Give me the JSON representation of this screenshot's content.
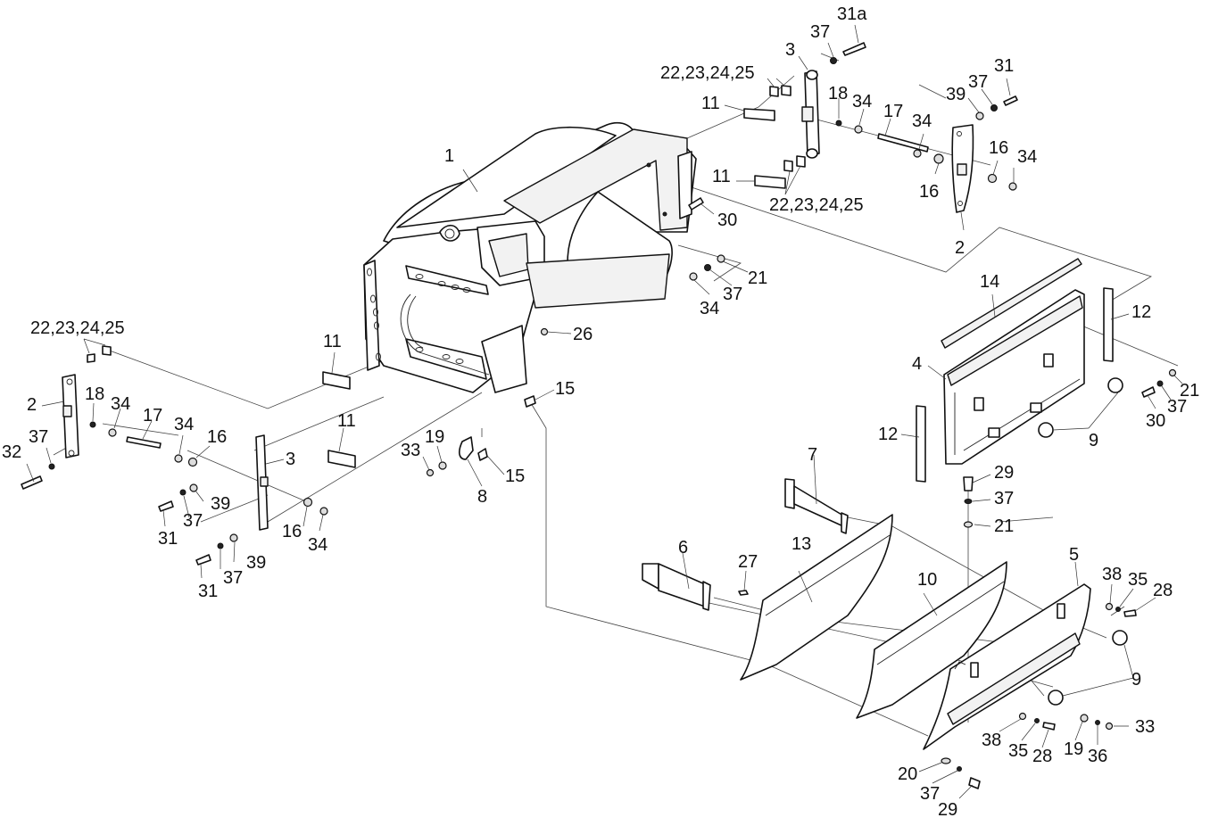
{
  "diagram": {
    "type": "exploded-parts-view",
    "subject": "auger housing with scraper blade assembly",
    "callouts": [
      {
        "id": "c-31a",
        "text": "31a"
      },
      {
        "id": "c-37-top",
        "text": "37"
      },
      {
        "id": "c-3-top",
        "text": "3"
      },
      {
        "id": "c-22-25-top",
        "text": "22,23,24,25"
      },
      {
        "id": "c-11-top",
        "text": "11"
      },
      {
        "id": "c-18-top",
        "text": "18"
      },
      {
        "id": "c-34-top-a",
        "text": "34"
      },
      {
        "id": "c-17-top",
        "text": "17"
      },
      {
        "id": "c-34-top-b",
        "text": "34"
      },
      {
        "id": "c-31-top",
        "text": "31"
      },
      {
        "id": "c-37-top-r",
        "text": "37"
      },
      {
        "id": "c-39-top-r",
        "text": "39"
      },
      {
        "id": "c-16-top-a",
        "text": "16"
      },
      {
        "id": "c-34-top-c",
        "text": "34"
      },
      {
        "id": "c-16-top-b",
        "text": "16"
      },
      {
        "id": "c-2-top",
        "text": "2"
      },
      {
        "id": "c-11-mid",
        "text": "11"
      },
      {
        "id": "c-22-25-mid",
        "text": "22,23,24,25"
      },
      {
        "id": "c-1",
        "text": "1"
      },
      {
        "id": "c-30-top",
        "text": "30"
      },
      {
        "id": "c-21-top",
        "text": "21"
      },
      {
        "id": "c-37-mid",
        "text": "37"
      },
      {
        "id": "c-34-mid",
        "text": "34"
      },
      {
        "id": "c-14",
        "text": "14"
      },
      {
        "id": "c-12-r",
        "text": "12"
      },
      {
        "id": "c-4",
        "text": "4"
      },
      {
        "id": "c-21-r",
        "text": "21"
      },
      {
        "id": "c-37-r",
        "text": "37"
      },
      {
        "id": "c-30-r",
        "text": "30"
      },
      {
        "id": "c-9-a",
        "text": "9"
      },
      {
        "id": "c-12-l",
        "text": "12"
      },
      {
        "id": "c-29-a",
        "text": "29"
      },
      {
        "id": "c-37-b",
        "text": "37"
      },
      {
        "id": "c-21-b",
        "text": "21"
      },
      {
        "id": "c-22-25-left",
        "text": "22,23,24,25"
      },
      {
        "id": "c-2-left",
        "text": "2"
      },
      {
        "id": "c-18-left",
        "text": "18"
      },
      {
        "id": "c-34-left-a",
        "text": "34"
      },
      {
        "id": "c-17-left",
        "text": "17"
      },
      {
        "id": "c-34-left-b",
        "text": "34"
      },
      {
        "id": "c-16-left",
        "text": "16"
      },
      {
        "id": "c-32",
        "text": "32"
      },
      {
        "id": "c-37-left",
        "text": "37"
      },
      {
        "id": "c-11-left-a",
        "text": "11"
      },
      {
        "id": "c-11-left-b",
        "text": "11"
      },
      {
        "id": "c-3-left",
        "text": "3"
      },
      {
        "id": "c-39-left-a",
        "text": "39"
      },
      {
        "id": "c-37-left-b",
        "text": "37"
      },
      {
        "id": "c-31-left-a",
        "text": "31"
      },
      {
        "id": "c-16-left-b",
        "text": "16"
      },
      {
        "id": "c-34-left-c",
        "text": "34"
      },
      {
        "id": "c-39-left-b",
        "text": "39"
      },
      {
        "id": "c-37-left-c",
        "text": "37"
      },
      {
        "id": "c-31-left-b",
        "text": "31"
      },
      {
        "id": "c-26",
        "text": "26"
      },
      {
        "id": "c-15-a",
        "text": "15"
      },
      {
        "id": "c-15-b",
        "text": "15"
      },
      {
        "id": "c-33-left",
        "text": "33"
      },
      {
        "id": "c-19-left",
        "text": "19"
      },
      {
        "id": "c-8",
        "text": "8"
      },
      {
        "id": "c-7",
        "text": "7"
      },
      {
        "id": "c-6",
        "text": "6"
      },
      {
        "id": "c-27",
        "text": "27"
      },
      {
        "id": "c-13",
        "text": "13"
      },
      {
        "id": "c-10",
        "text": "10"
      },
      {
        "id": "c-5",
        "text": "5"
      },
      {
        "id": "c-38-a",
        "text": "38"
      },
      {
        "id": "c-35-a",
        "text": "35"
      },
      {
        "id": "c-28-a",
        "text": "28"
      },
      {
        "id": "c-9-b",
        "text": "9"
      },
      {
        "id": "c-38-b",
        "text": "38"
      },
      {
        "id": "c-35-b",
        "text": "35"
      },
      {
        "id": "c-28-b",
        "text": "28"
      },
      {
        "id": "c-19-b",
        "text": "19"
      },
      {
        "id": "c-36",
        "text": "36"
      },
      {
        "id": "c-33-b",
        "text": "33"
      },
      {
        "id": "c-20",
        "text": "20"
      },
      {
        "id": "c-37-bot",
        "text": "37"
      },
      {
        "id": "c-29-bot",
        "text": "29"
      }
    ]
  }
}
